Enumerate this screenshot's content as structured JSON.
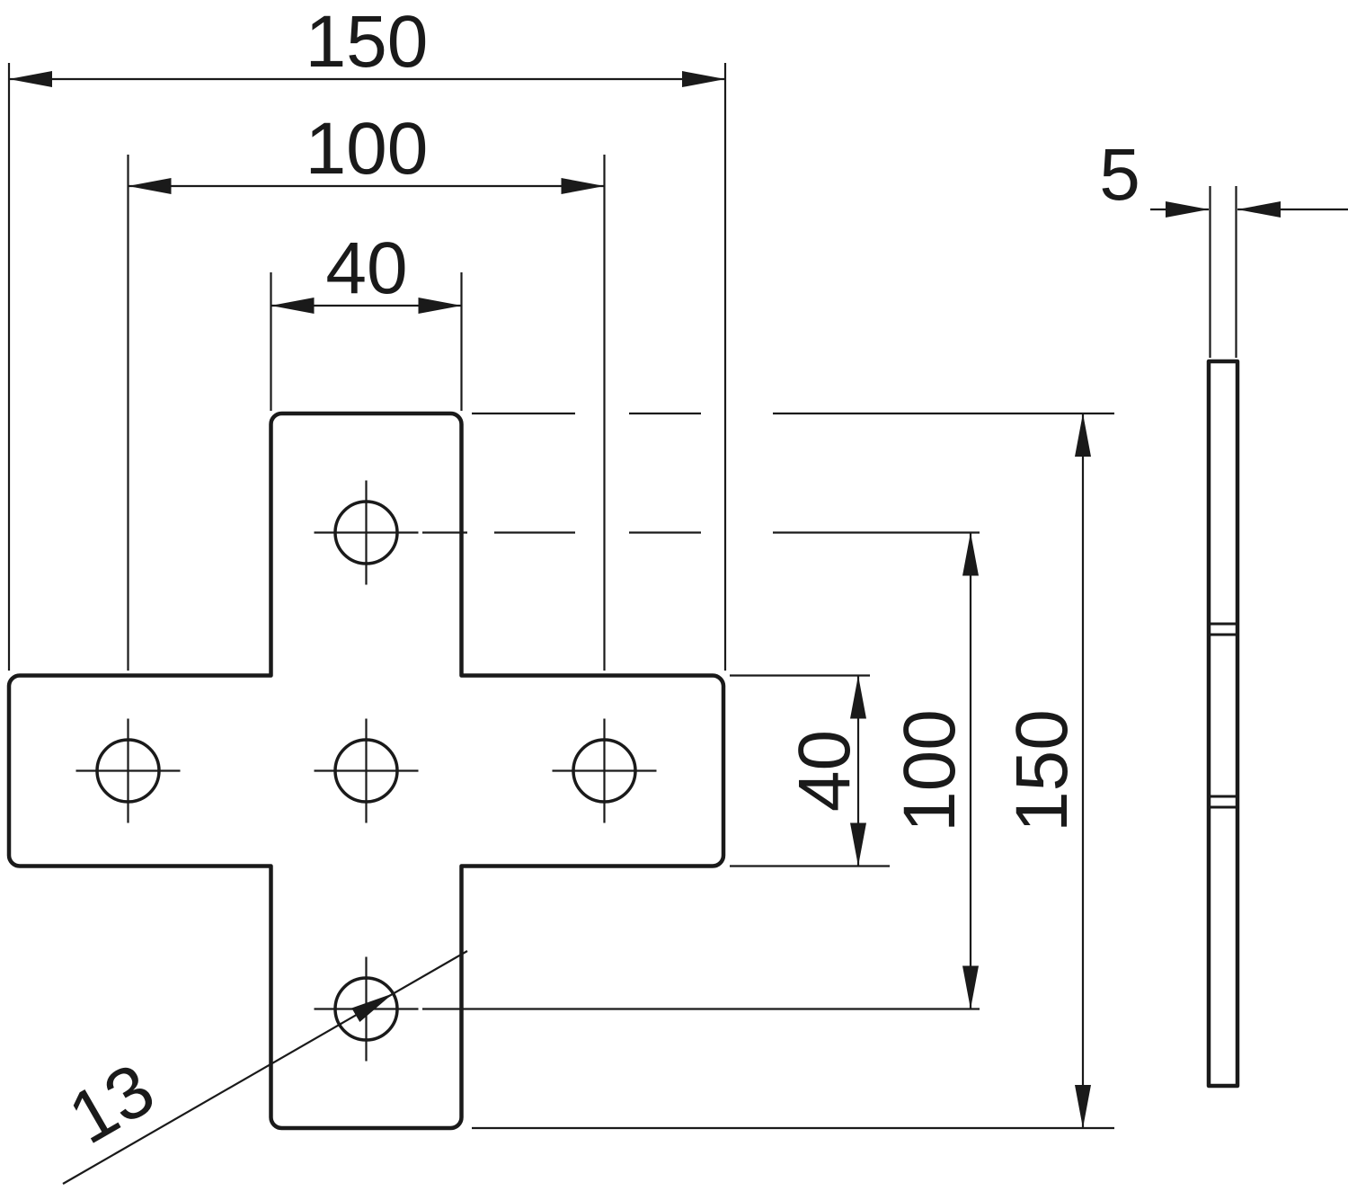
{
  "meta": {
    "background_color": "#ffffff",
    "line_color": "#1a1a1a"
  },
  "dims": {
    "total_width": "150",
    "hole_pitch_h": "100",
    "arm_width": "40",
    "arm_height": "40",
    "hole_pitch_v": "100",
    "total_height": "150",
    "thickness": "5",
    "hole_diameter": "13"
  }
}
